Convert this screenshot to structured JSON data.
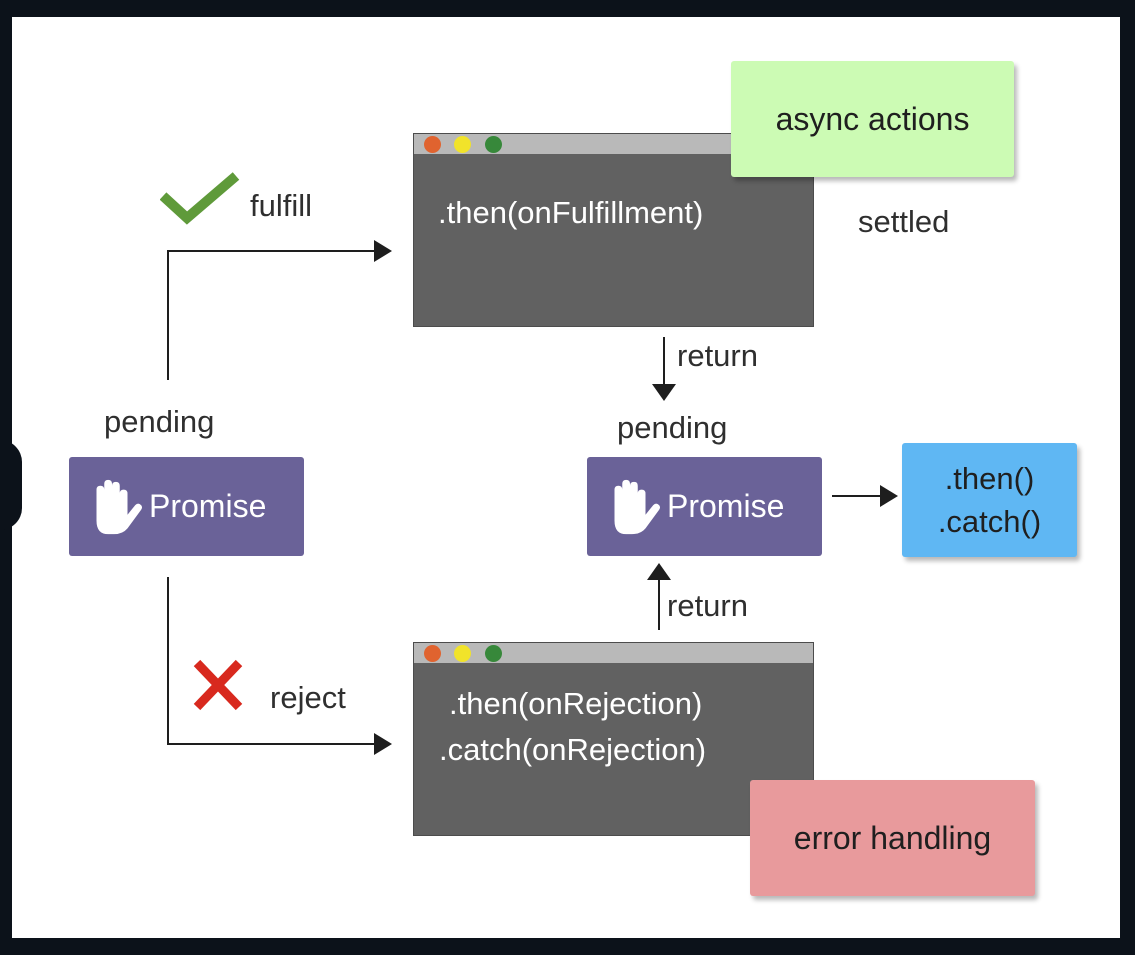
{
  "labels": {
    "fulfill": "fulfill",
    "reject": "reject",
    "settled": "settled",
    "pending_left": "pending",
    "pending_center": "pending",
    "return_top": "return",
    "return_bottom": "return"
  },
  "promises": {
    "left": "Promise",
    "center": "Promise"
  },
  "windows": {
    "fulfill_code": ".then(onFulfillment)",
    "reject_code_1": ".then(onRejection)",
    "reject_code_2": ".catch(onRejection)"
  },
  "tags": {
    "async": "async actions",
    "error": "error handling",
    "chain_1": ".then()",
    "chain_2": ".catch()"
  },
  "colors": {
    "promise": "#6a6298",
    "window_body": "#616161",
    "window_bar": "#b9b9b9",
    "dot_red": "#e0632f",
    "dot_yellow": "#f1e32a",
    "dot_green": "#37883a",
    "async_tag": "#ccfbb4",
    "error_tag": "#e89a9c",
    "chain_tag": "#5fb7f3",
    "check": "#5f9a3a",
    "cross": "#d8291e"
  }
}
